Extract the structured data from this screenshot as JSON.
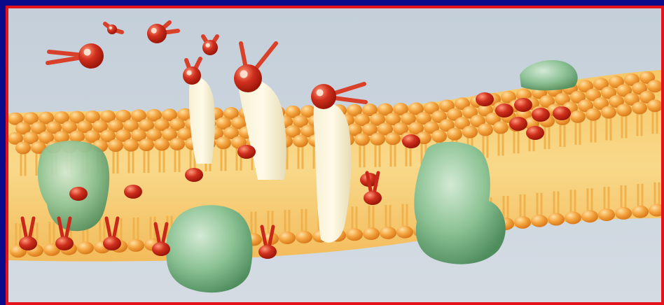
{
  "figure": {
    "kind": "illustration",
    "colors": {
      "frame_outer": "#0a0a8a",
      "frame_inner": "#e5121b",
      "background": "#c9d3dc",
      "lipid_head": "#f0a03a",
      "lipid_tail": "#f2c463",
      "glycolipid_head": "#c8281a",
      "cholesterol": "#f3ecd0",
      "protein": "#7fb58a"
    },
    "elements": {
      "proteins": 4,
      "channel_rods": 3,
      "floating_molecules": 5
    }
  }
}
